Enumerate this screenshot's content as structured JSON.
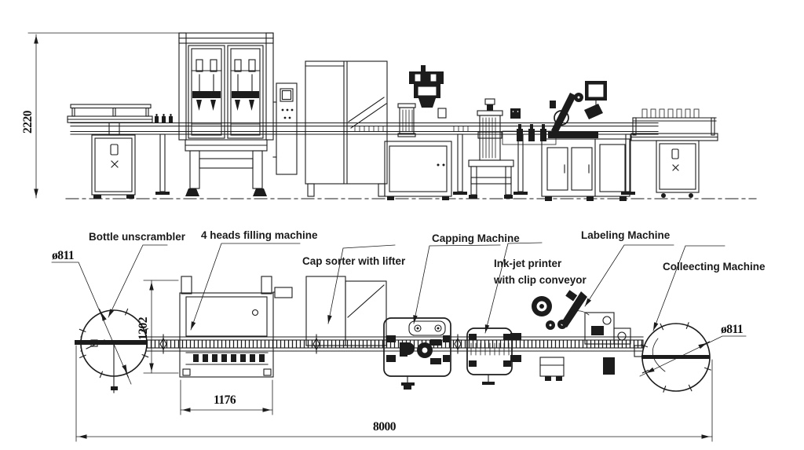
{
  "drawing": {
    "type": "engineering-line-drawing",
    "views": [
      "elevation",
      "plan"
    ],
    "colors": {
      "background": "#ffffff",
      "line": "#1c1c1c",
      "label": "#1a1a1a"
    },
    "machine_labels": {
      "bottle_unscrambler": "Bottle unscrambler",
      "filling_machine": "4 heads filling machine",
      "cap_sorter": "Cap sorter with lifter",
      "capping_machine": "Capping Machine",
      "inkjet_printer_line1": "Ink-jet printer",
      "inkjet_printer_line2": "with clip conveyor",
      "labeling_machine": "Labeling Machine",
      "collecting_machine": "Colleecting Machine"
    },
    "dimensions": {
      "line_height": "2220",
      "unscrambler_diameter": "ø811",
      "filling_depth": "1202",
      "filling_width": "1176",
      "total_length": "8000",
      "collecting_diameter": "ø811"
    }
  }
}
